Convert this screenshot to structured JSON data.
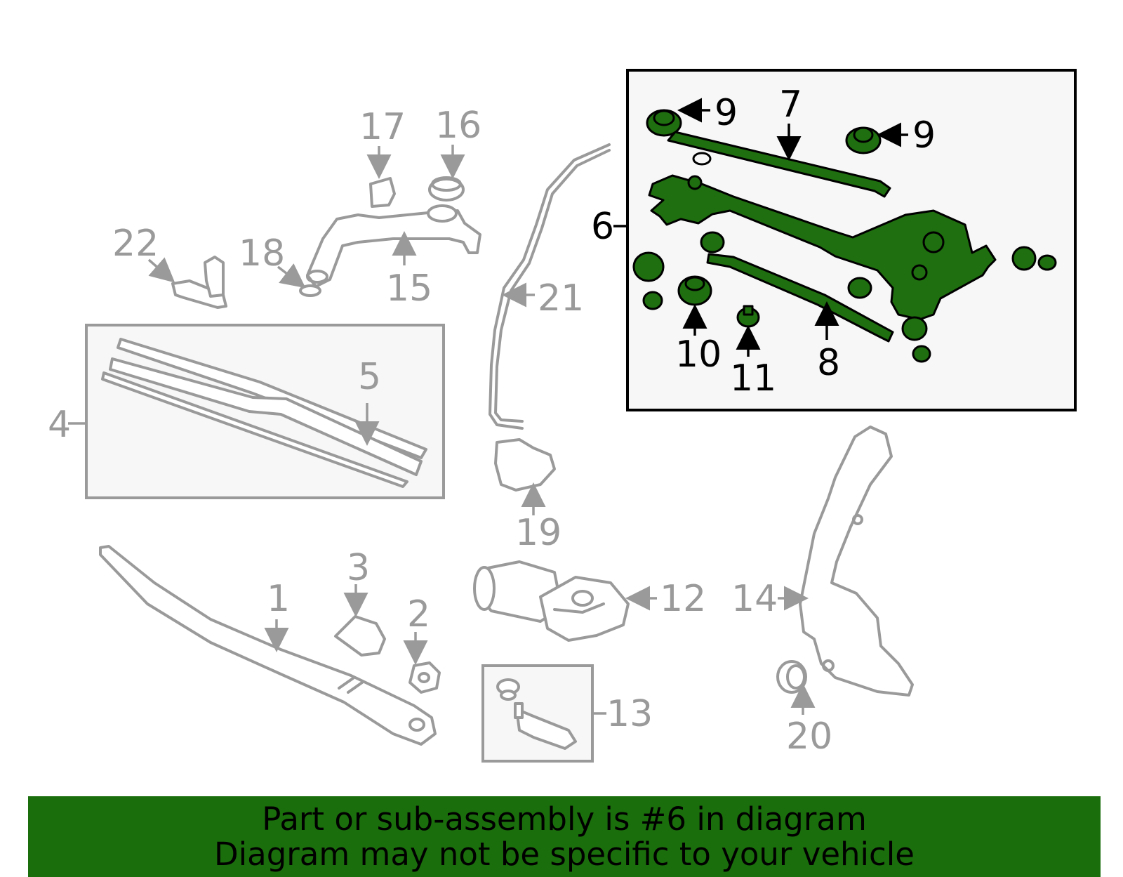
{
  "diagram": {
    "callouts": {
      "c1": "1",
      "c2": "2",
      "c3": "3",
      "c4": "4",
      "c5": "5",
      "c6": "6",
      "c7": "7",
      "c8": "8",
      "c9a": "9",
      "c9b": "9",
      "c10": "10",
      "c11": "11",
      "c12": "12",
      "c13": "13",
      "c14": "14",
      "c15": "15",
      "c16": "16",
      "c17": "17",
      "c18": "18",
      "c19": "19",
      "c20": "20",
      "c21": "21",
      "c22": "22"
    },
    "highlight_color": "#1f6e0f",
    "part_line_color": "#9a9a9a"
  },
  "banner": {
    "line1": "Part or sub-assembly is #6 in diagram",
    "line2": "Diagram may not be specific to your vehicle",
    "color": "#1b6e0c"
  }
}
